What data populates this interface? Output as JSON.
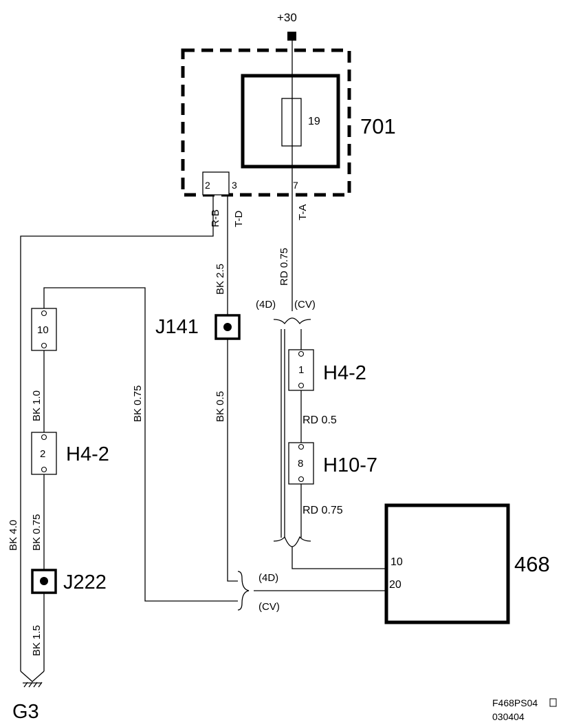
{
  "supply": {
    "label": "+30"
  },
  "fuse_box": {
    "id": "701",
    "fuse_number": "19",
    "pins": [
      "2",
      "3",
      "7"
    ]
  },
  "wires": {
    "pin2_color": "R-B",
    "pin3_color": "T-D",
    "pin7_color": "T-A",
    "bk_25": "BK  2.5",
    "rd_075_top": "RD 0.75",
    "bk_40": "BK  4.0",
    "bk_10": "BK  1.0",
    "bk_075_left": "BK  0.75",
    "bk_15": "BK  1.5",
    "bk_075_mid": "BK 0.75",
    "bk_05": "BK  0.5",
    "rd_05": "RD  0.5",
    "rd_075_bottom": "RD  0.75"
  },
  "variants": {
    "variant_4d": "(4D)",
    "variant_cv": "(CV)"
  },
  "connectors": {
    "h4_2_pin10": "10",
    "h4_2_pin2": "2",
    "h4_2_pin1": "1",
    "h10_7_pin8": "8",
    "h4_2": "H4-2",
    "h10_7": "H10-7"
  },
  "splices": {
    "j141": "J141",
    "j222": "J222"
  },
  "component_468": {
    "id": "468",
    "pins": [
      "10",
      "20"
    ]
  },
  "ground": {
    "label": "G3"
  },
  "footer": {
    "figure_id": "F468PS04",
    "code": "030404"
  }
}
